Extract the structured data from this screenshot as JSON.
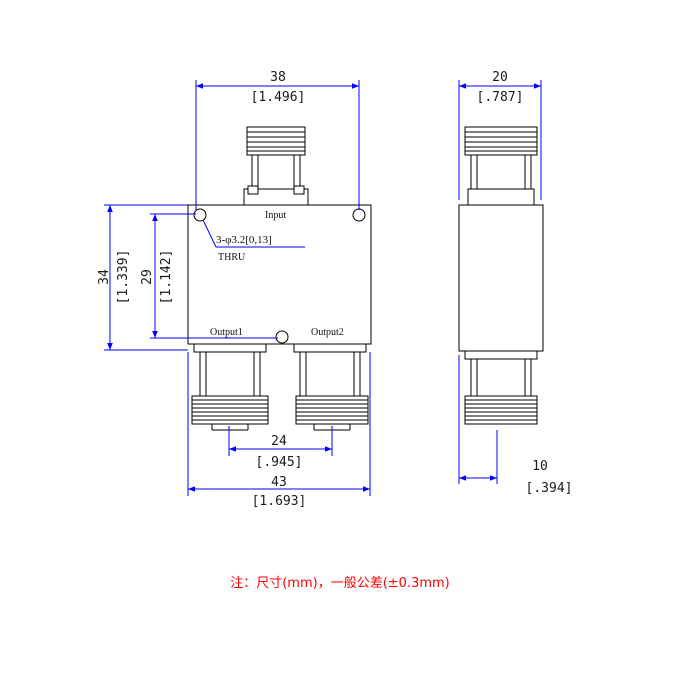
{
  "front_view": {
    "width_mm": "38",
    "width_in": "[1.496]",
    "height_mm": "34",
    "height_in": "[1.339]",
    "hole_span_mm": "29",
    "hole_span_in": "[1.142]",
    "port_spacing_mm": "24",
    "port_spacing_in": "[.945]",
    "overall_mm": "43",
    "overall_in": "[1.693]",
    "hole_callout": "3-φ3.2[0,13]",
    "hole_callout_thru": "THRU",
    "input_label": "Input",
    "output1_label": "Output1",
    "output2_label": "Output2"
  },
  "side_view": {
    "width_mm": "20",
    "width_in": "[.787]",
    "offset_mm": "10",
    "offset_in": "[.394]"
  },
  "note": "注：尺寸(mm)，一般公差(±0.3mm)",
  "colors": {
    "dimension": "#0000ff",
    "outline": "#000000",
    "note": "#ff0000"
  }
}
